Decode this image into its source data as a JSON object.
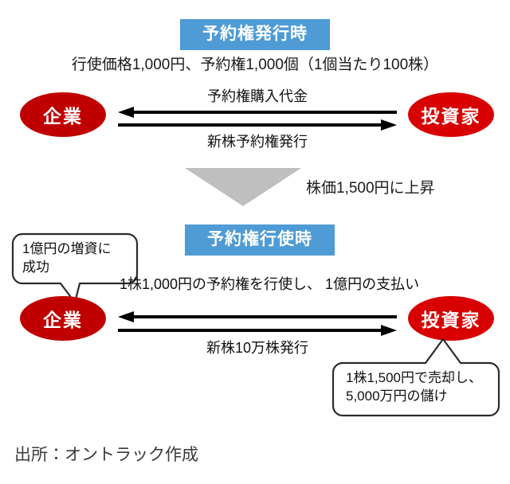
{
  "diagram": {
    "sections": [
      {
        "id": "issuance",
        "chip_label": "予約権発行時",
        "sub_caption": "行使価格1,000円、予約権1,000個（1個当たり100株）",
        "left_actor": "企業",
        "right_actor": "投資家",
        "upper_arrow_label": "予約権購入代金",
        "lower_arrow_label": "新株予約権発行"
      },
      {
        "id": "exercise",
        "chip_label": "予約権行使時",
        "left_actor": "企業",
        "right_actor": "投資家",
        "upper_arrow_label": "1株1,000円の予約権を行使し、\n1億円の支払い",
        "lower_arrow_label": "新株10万株発行"
      }
    ],
    "transition": {
      "shape_name": "down-triangle",
      "label": "株価1,500円に上昇"
    },
    "callouts": [
      {
        "id": "company-gain",
        "text": "1億円の増資に\n成功",
        "points_to": "企業"
      },
      {
        "id": "investor-gain",
        "text": "1株1,500円で売却し、\n5,000万円の儲け",
        "points_to": "投資家"
      }
    ],
    "source": "出所：オントラック作成",
    "colors": {
      "chip_blue": "#4E9BD5",
      "company_red": "#C00000",
      "investor_red": "#D80000",
      "triangle_gray": "#BFBFBF",
      "arrow_black": "#000000"
    }
  }
}
